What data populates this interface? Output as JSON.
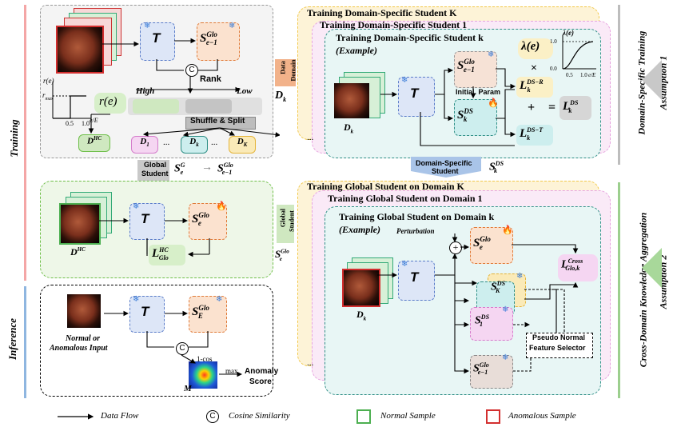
{
  "side_labels": {
    "training": "Training",
    "inference": "Inference",
    "domain_specific_training": "Domain-Specific Training",
    "cross_domain": "Cross-Domain Knowledge Aggregation",
    "assumption1": "Assumption 1",
    "assumption2": "Assumption 2"
  },
  "top_left": {
    "high": "High",
    "low": "Low",
    "rank": "Rank",
    "shuffle_split": "Shuffle & Split",
    "r_e": "r(e)",
    "r_axis": "r(e)",
    "r_max": "r",
    "r_max_sub": "max",
    "tick_05": "0.5",
    "tick_10": "1.0",
    "e_over_E": "e/E",
    "d_hc": "D",
    "d_hc_sup": "HC",
    "d1": "D",
    "d1_sub": "1",
    "dk": "D",
    "dk_sub": "k",
    "dK": "D",
    "dK_sub": "K",
    "dots": "...",
    "T": "T",
    "S": "S",
    "S_sup": "Glo",
    "S_sub": "e−1"
  },
  "global_student_arrow": {
    "label_line1": "Global",
    "label_line2": "Student",
    "sg": "S",
    "sg_sup": "G",
    "sg_sub": "e",
    "arrow": "→",
    "sglo": "S",
    "sglo_sup": "Glo",
    "sglo_sub": "e−1"
  },
  "mid_left": {
    "d_hc": "D",
    "d_hc_sup": "HC",
    "T": "T",
    "S": "S",
    "S_sup": "Glo",
    "S_sub": "e",
    "loss": "L",
    "loss_sup": "HC",
    "loss_sub": "Glo"
  },
  "inference": {
    "input_label_line1": "Normal or",
    "input_label_line2": "Anomalous Input",
    "T": "T",
    "S": "S",
    "S_sup": "Glo",
    "S_sub": "E",
    "one_minus_cos": "1-cos",
    "M": "M",
    "max": "max",
    "anomaly_line1": "Anomaly",
    "anomaly_line2": "Score"
  },
  "dst": {
    "title_K": "Training Domain-Specific Student K",
    "title_1": "Training Domain-Specific Student 1",
    "title_k": "Training Domain-Specific Student k",
    "example": "(Example)",
    "data_domain_line1": "Data",
    "data_domain_line2": "Domain",
    "D": "D",
    "D_sub": "k",
    "T": "T",
    "S_glo": "S",
    "S_glo_sup": "Glo",
    "S_glo_sub": "e−1",
    "S_ds": "S",
    "S_ds_sup": "DS",
    "S_ds_sub": "k",
    "initial_param": "Initial. Param",
    "lambda": "λ(e)",
    "times": "×",
    "plus": "+",
    "eq": "=",
    "L_dsr": "L",
    "L_dsr_sup": "DS−R",
    "L_dsr_sub": "k",
    "L_dst": "L",
    "L_dst_sup": "DS−T",
    "L_dst_sub": "k",
    "L_ds": "L",
    "L_ds_sup": "DS",
    "L_ds_sub": "k",
    "lambda_plot_label": "λ(e)",
    "lp_10": "1.0",
    "lp_00": "0.0",
    "lp_05": "0.5",
    "lp_10x": "1.0",
    "lp_eE": "e/E",
    "dots": "..."
  },
  "ds_student_arrow": {
    "line1": "Domain-Specific",
    "line2": "Student",
    "s": "S",
    "s_sup": "DS",
    "s_sub": "k"
  },
  "gst": {
    "title_K": "Training Global Student on Domain K",
    "title_1": "Training Global Student on Domain 1",
    "title_k": "Training Global Student on Domain k",
    "example": "(Example)",
    "perturbation": "Perturbation",
    "global_student_line1": "Global",
    "global_student_line2": "Student",
    "sglo_e": "S",
    "sglo_e_sup": "Glo",
    "sglo_e_sub": "e",
    "D": "D",
    "D_sub": "k",
    "T": "T",
    "S_glo_e": "S",
    "S_glo_e_sup": "Glo",
    "S_glo_e_sub": "e",
    "S_dsK": "S",
    "S_dsK_sup": "DS",
    "S_dsK_sub": "K",
    "S_ds1": "S",
    "S_ds1_sup": "DS",
    "S_ds1_sub": "1",
    "S_glo_prev": "S",
    "S_glo_prev_sup": "Glo",
    "S_glo_prev_sub": "e−1",
    "L_cross": "L",
    "L_cross_sup": "Cross",
    "L_cross_sub": "Glo,k",
    "selector_line1": "Pseudo Normal",
    "selector_line2": "Feature Selector",
    "dots": "..."
  },
  "legend": {
    "data_flow": "Data Flow",
    "cosine": "Cosine Similarity",
    "normal": "Normal Sample",
    "anomalous": "Anomalous Sample",
    "c": "C"
  },
  "colors": {
    "training_bar": "#f4a6a6",
    "inference_bar": "#8fb6e0",
    "assumption1_bar": "#bdbdbd",
    "assumption2_bar": "#9ccf8e",
    "yellow": "#f2c94c",
    "pink": "#e7a4e0",
    "teal": "#2f8f86",
    "green": "#6fbf4a",
    "normal": "#4caf50",
    "anomalous": "#d32f2f"
  }
}
